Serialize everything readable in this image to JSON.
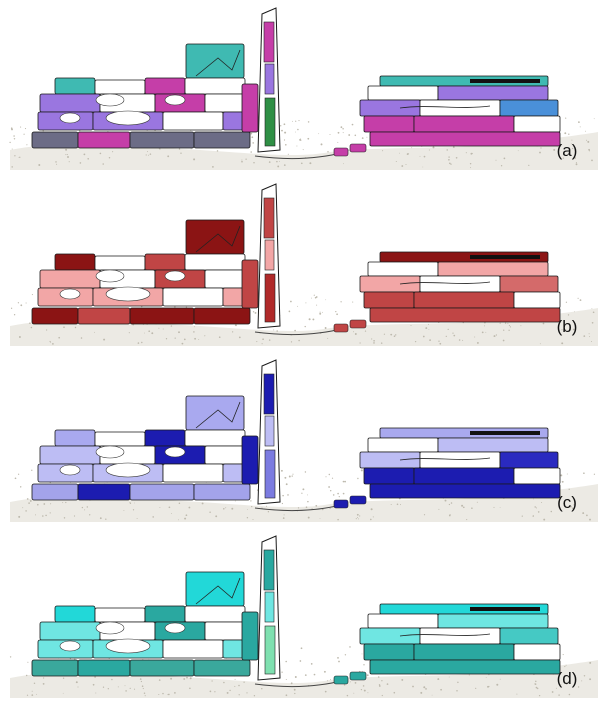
{
  "panels": [
    {
      "label": "(a)",
      "scheme": "multi-class",
      "colors": {
        "primary": "#3fbab2",
        "secondary": "#c53ea8",
        "tertiary": "#9a76e0",
        "dark": "#6c6c86",
        "green": "#2f8f45",
        "blue": "#4a90d9",
        "outline": "#1a1a1a"
      }
    },
    {
      "label": "(b)",
      "scheme": "red-shades",
      "colors": {
        "primary": "#8b1414",
        "secondary": "#c04545",
        "tertiary": "#f2a6a6",
        "dark": "#8b1414",
        "green": "#b02a2a",
        "blue": "#d46a6a",
        "outline": "#1a1a1a"
      }
    },
    {
      "label": "(c)",
      "scheme": "blue-shades",
      "colors": {
        "primary": "#a9a9ef",
        "secondary": "#1c1cb0",
        "tertiary": "#bdbdf4",
        "dark": "#a3a3ea",
        "green": "#7b7be0",
        "blue": "#2a2ac0",
        "outline": "#1a1a1a"
      }
    },
    {
      "label": "(d)",
      "scheme": "cyan-shades",
      "colors": {
        "primary": "#22d8d8",
        "secondary": "#2aa8a0",
        "tertiary": "#6fe6e2",
        "dark": "#3aa89c",
        "green": "#7fe0b0",
        "blue": "#45c9c4",
        "outline": "#1a1a1a"
      }
    }
  ]
}
